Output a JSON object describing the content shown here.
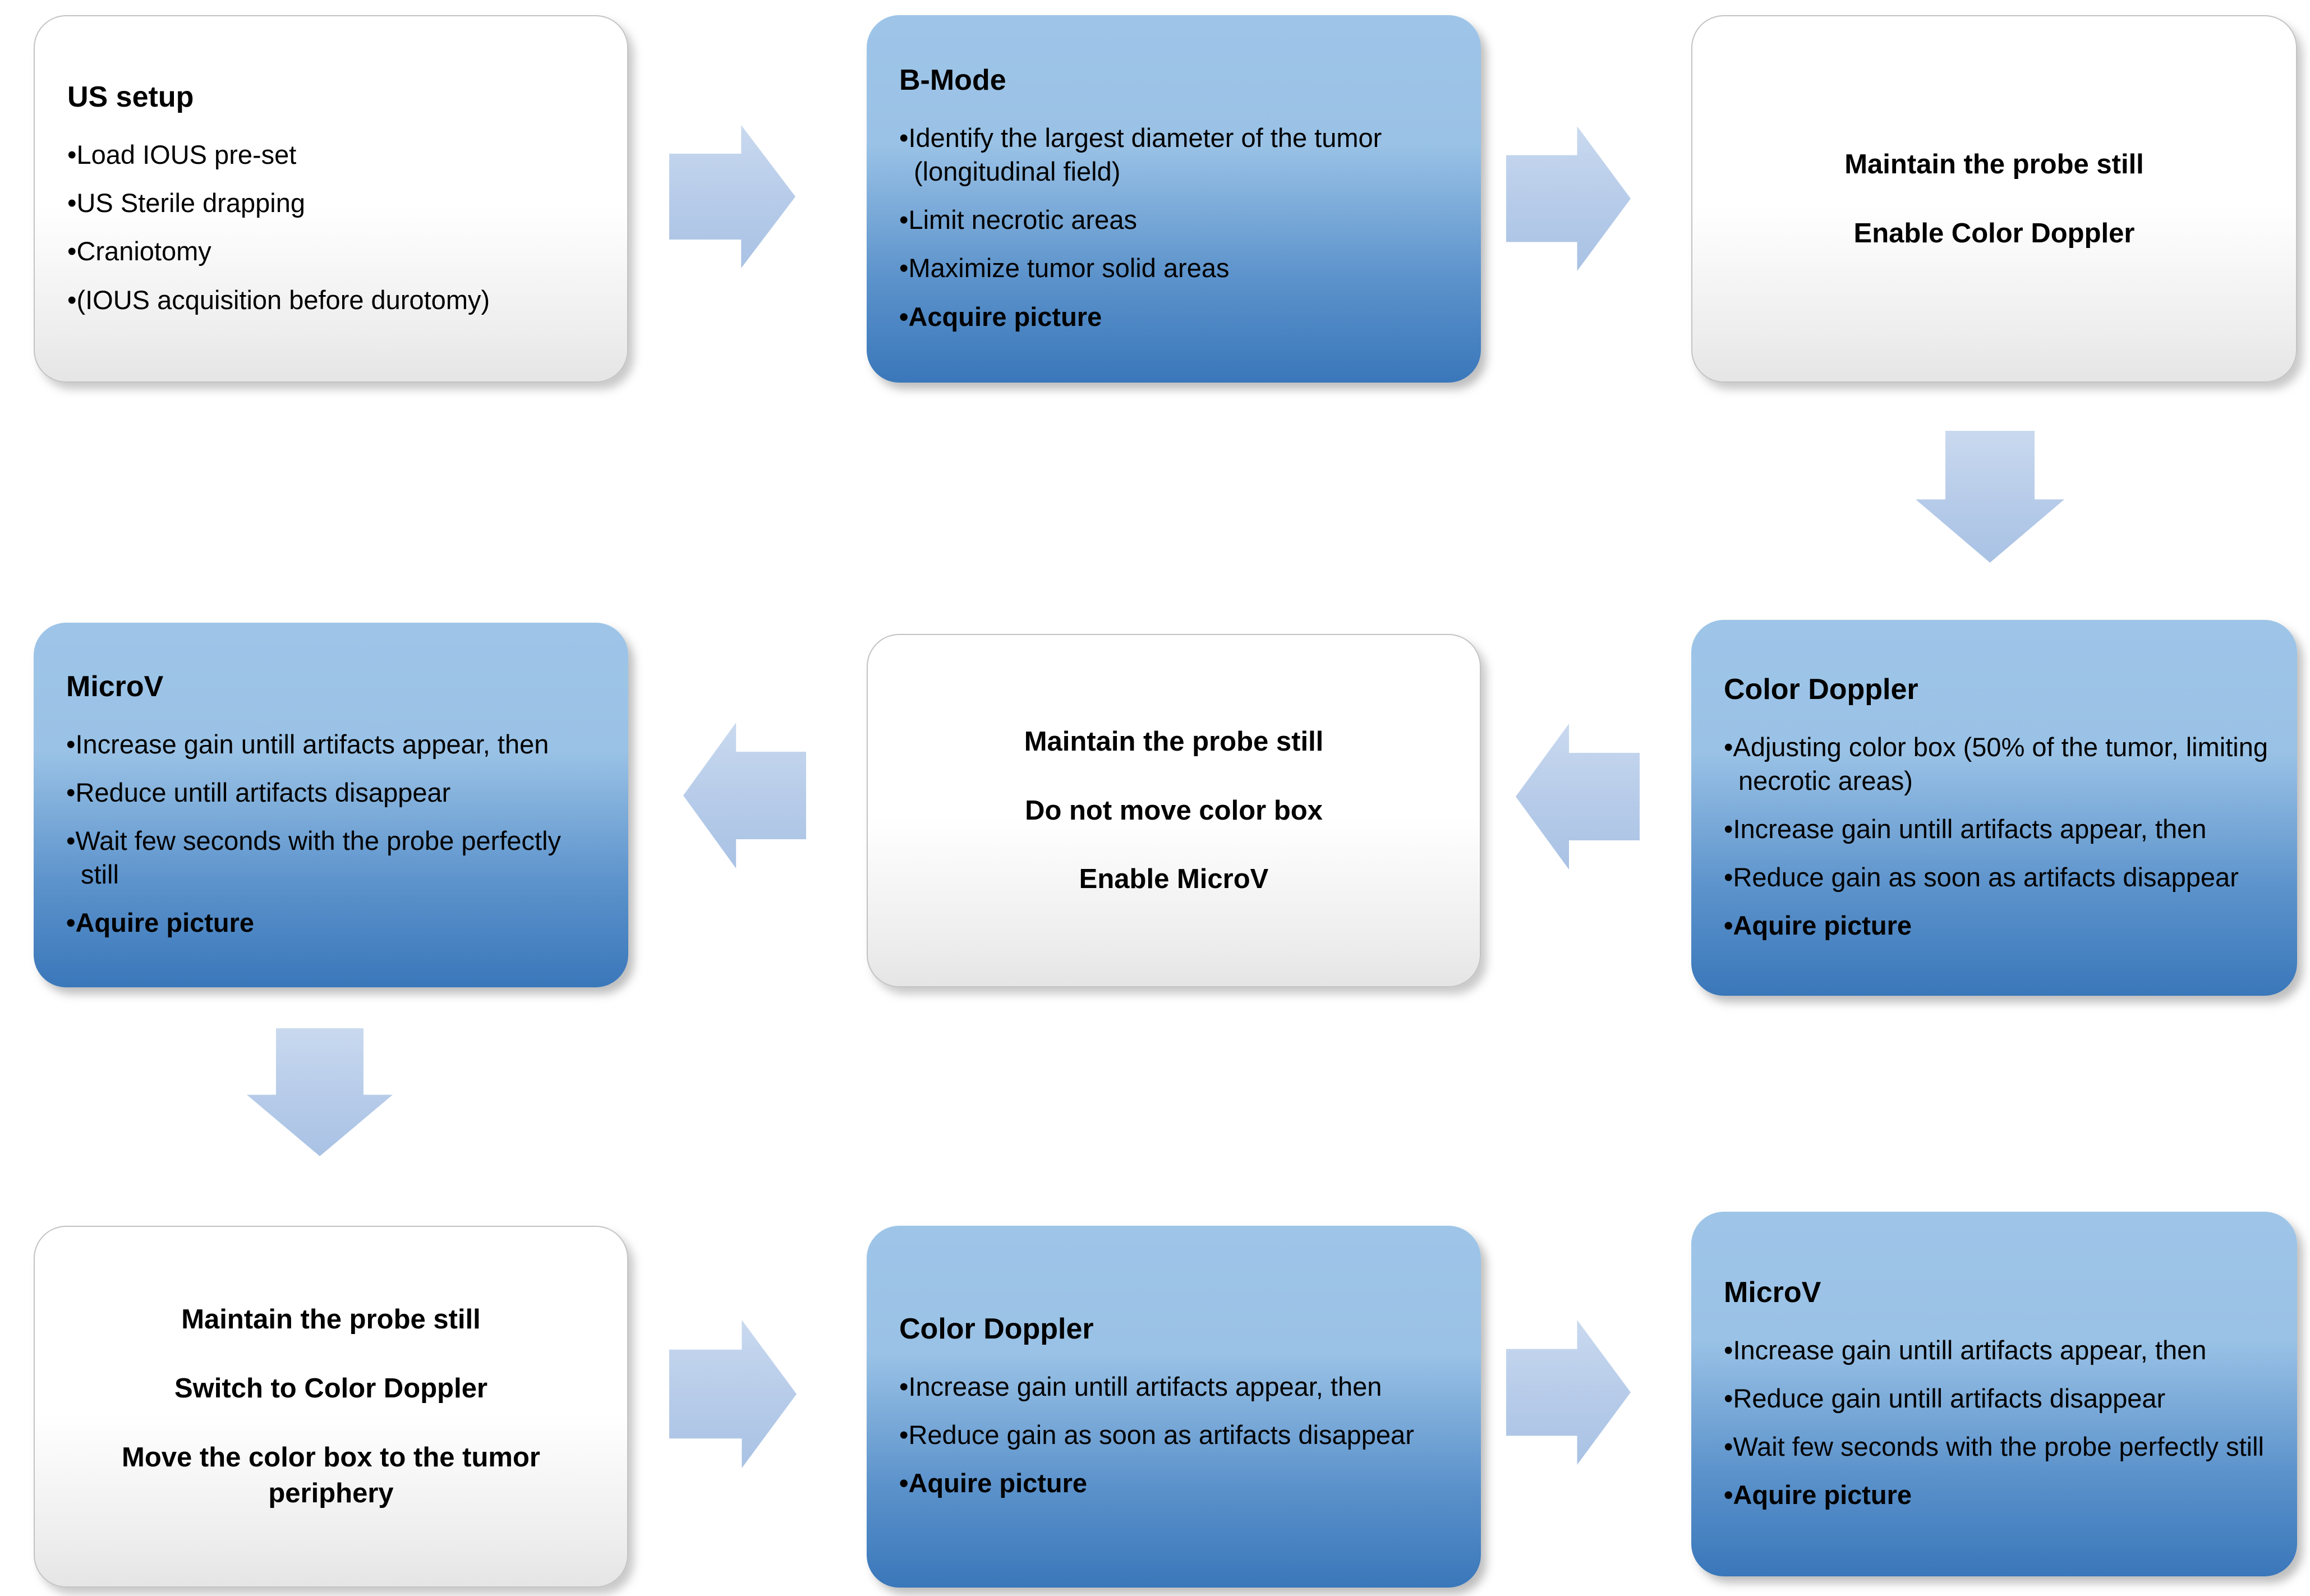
{
  "bullet_glyph": "•",
  "colors": {
    "background": "#ffffff",
    "blue_box_top": "#9ec5e8",
    "blue_box_bottom": "#3a77ba",
    "white_box_top": "#ffffff",
    "white_box_bottom": "#e5e5e5",
    "white_box_border": "#c3c3c3",
    "arrow_fill": "#b8cce6",
    "text": "#000000"
  },
  "steps": {
    "us_setup": {
      "title": "US setup",
      "items": [
        "Load IOUS pre-set",
        "US Sterile drapping",
        "Craniotomy",
        "(IOUS acquisition before durotomy)"
      ]
    },
    "b_mode": {
      "title": "B-Mode",
      "items": [
        "Identify the largest diameter of the tumor (longitudinal field)",
        "Limit necrotic areas",
        "Maximize tumor solid areas",
        "Acquire picture"
      ],
      "bold_item_index": 3
    },
    "enable_color_doppler": {
      "lines": [
        "Maintain the probe still",
        "Enable Color Doppler"
      ]
    },
    "color_doppler_1": {
      "title": "Color Doppler",
      "items": [
        "Adjusting color box (50% of the tumor, limiting necrotic areas)",
        "Increase gain untill artifacts appear, then",
        "Reduce gain as soon as artifacts disappear",
        "Aquire picture"
      ],
      "bold_item_index": 3
    },
    "enable_microv": {
      "lines": [
        "Maintain the probe still",
        "Do not move color box",
        "Enable MicroV"
      ]
    },
    "microv_1": {
      "title": "MicroV",
      "items": [
        "Increase gain untill artifacts appear, then",
        "Reduce untill artifacts disappear",
        "Wait few seconds with the probe perfectly still",
        "Aquire picture"
      ],
      "bold_item_index": 3
    },
    "switch_to_color_doppler": {
      "lines": [
        "Maintain the probe still",
        "Switch to Color Doppler",
        "Move the color box to the tumor periphery"
      ]
    },
    "color_doppler_2": {
      "title": "Color Doppler",
      "items": [
        "Increase gain untill artifacts appear, then",
        "Reduce gain as soon as artifacts disappear",
        "Aquire picture"
      ],
      "bold_item_index": 2
    },
    "microv_2": {
      "title": "MicroV",
      "items": [
        "Increase gain untill artifacts appear, then",
        "Reduce gain untill artifacts disappear",
        "Wait few seconds with the probe perfectly still",
        "Aquire picture"
      ],
      "bold_item_index": 3
    }
  },
  "flow": [
    {
      "from": "us_setup",
      "to": "b_mode",
      "direction": "right"
    },
    {
      "from": "b_mode",
      "to": "enable_color_doppler",
      "direction": "right"
    },
    {
      "from": "enable_color_doppler",
      "to": "color_doppler_1",
      "direction": "down"
    },
    {
      "from": "color_doppler_1",
      "to": "enable_microv",
      "direction": "left"
    },
    {
      "from": "enable_microv",
      "to": "microv_1",
      "direction": "left"
    },
    {
      "from": "microv_1",
      "to": "switch_to_color_doppler",
      "direction": "down"
    },
    {
      "from": "switch_to_color_doppler",
      "to": "color_doppler_2",
      "direction": "right"
    },
    {
      "from": "color_doppler_2",
      "to": "microv_2",
      "direction": "right"
    }
  ]
}
